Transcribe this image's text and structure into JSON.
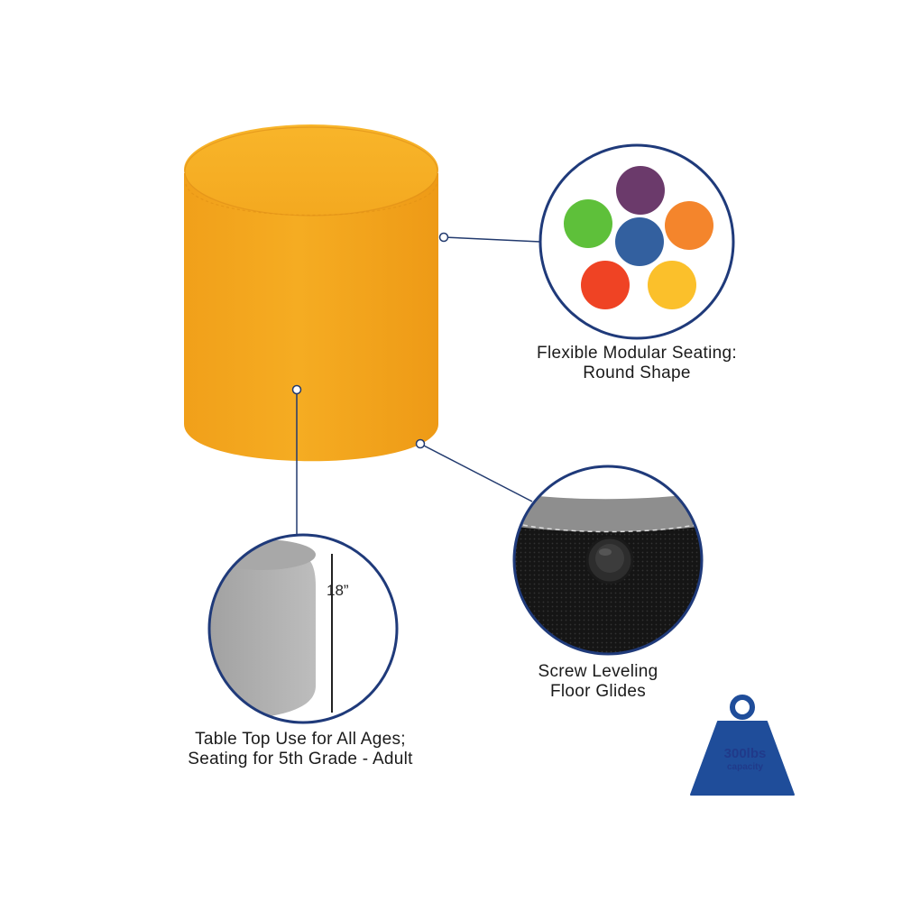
{
  "callouts": {
    "modular": {
      "line1": "Flexible Modular Seating:",
      "line2": "Round Shape"
    },
    "glides": {
      "line1": "Screw Leveling",
      "line2": "Floor Glides"
    },
    "ages": {
      "line1": "Table Top Use for All Ages;",
      "line2": "Seating for 5th Grade - Adult"
    }
  },
  "dimension": {
    "height": "18”"
  },
  "capacity_badge": {
    "weight": "300lbs",
    "label": "capacity"
  },
  "swatches": [
    {
      "name": "purple",
      "color": "#6b3a6b"
    },
    {
      "name": "green",
      "color": "#5ec03a"
    },
    {
      "name": "blue",
      "color": "#33609f"
    },
    {
      "name": "orange",
      "color": "#f4852c"
    },
    {
      "name": "red",
      "color": "#ef4324"
    },
    {
      "name": "yellow",
      "color": "#fbc02b"
    }
  ],
  "colors": {
    "stool": "#f2a91c",
    "callout_ring": "#1f3a7a",
    "badge": "#1f4d9a",
    "leader_line": "#223a6e"
  }
}
